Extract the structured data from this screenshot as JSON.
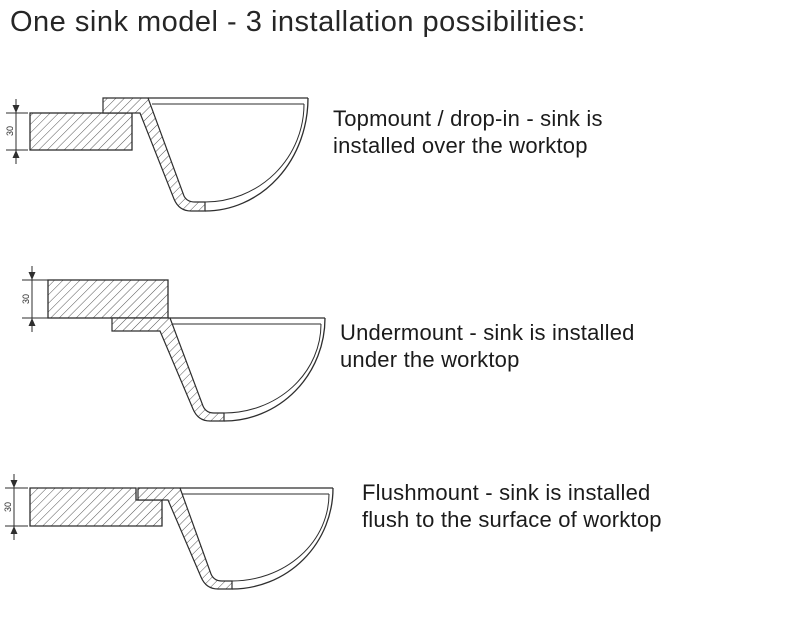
{
  "title": "One sink model - 3 installation possibilities:",
  "colors": {
    "line": "#2e2e2e",
    "text": "#1b1b1b"
  },
  "diagrams": [
    {
      "name": "topmount",
      "dimension": "30",
      "caption": {
        "line1": "Topmount / drop-in - sink is",
        "line2": "installed over the worktop"
      }
    },
    {
      "name": "undermount",
      "dimension": "30",
      "caption": {
        "line1": "Undermount - sink is installed",
        "line2": "under the worktop"
      }
    },
    {
      "name": "flushmount",
      "dimension": "30",
      "caption": {
        "line1": "Flushmount - sink is installed",
        "line2": "flush to the surface of worktop"
      }
    }
  ]
}
